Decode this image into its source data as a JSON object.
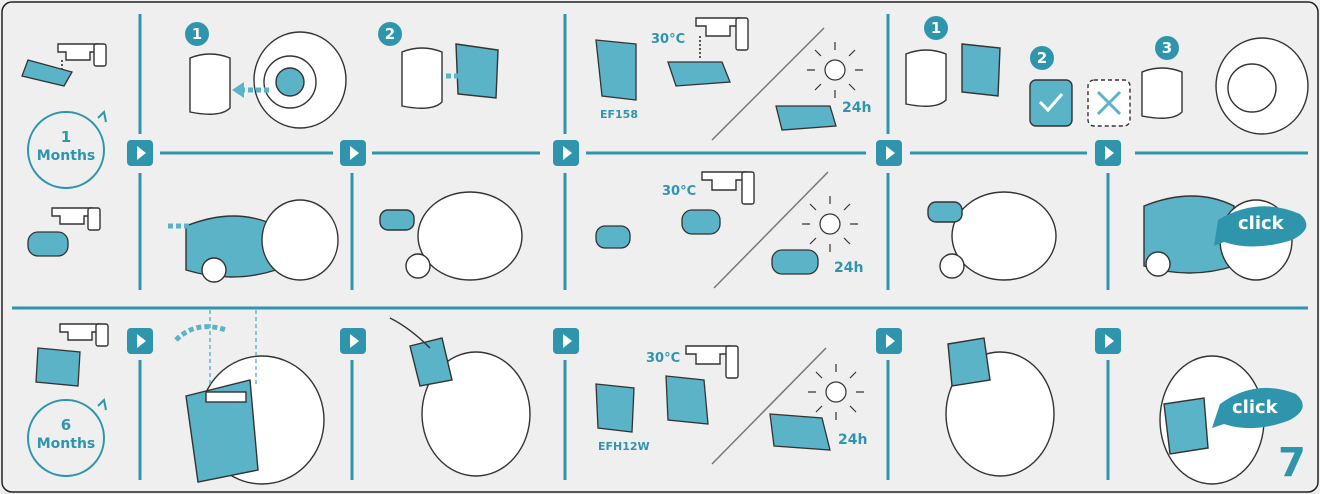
{
  "row1": {
    "interval_number": "1",
    "interval_unit": "Months",
    "steps": [
      "1",
      "2",
      "1",
      "2",
      "3"
    ],
    "wash_temperature": "30°C",
    "filter_code": "EF158",
    "dry_time": "24h"
  },
  "row2": {
    "wash_temperature": "30°C",
    "dry_time": "24h",
    "click_text": "click"
  },
  "row3": {
    "interval_number": "6",
    "interval_unit": "Months",
    "wash_temperature": "30°C",
    "filter_code": "EFH12W",
    "dry_time": "24h",
    "click_text": "click"
  },
  "page_number": "7",
  "colors": {
    "accent": "#2f95ad",
    "filter_fill": "#5bb3c8",
    "line": "#333333",
    "background": "#efefef"
  },
  "icons": [
    "tap-icon",
    "sun-icon",
    "check-icon",
    "cross-icon",
    "play-arrow-icon",
    "refresh-cycle-icon"
  ]
}
